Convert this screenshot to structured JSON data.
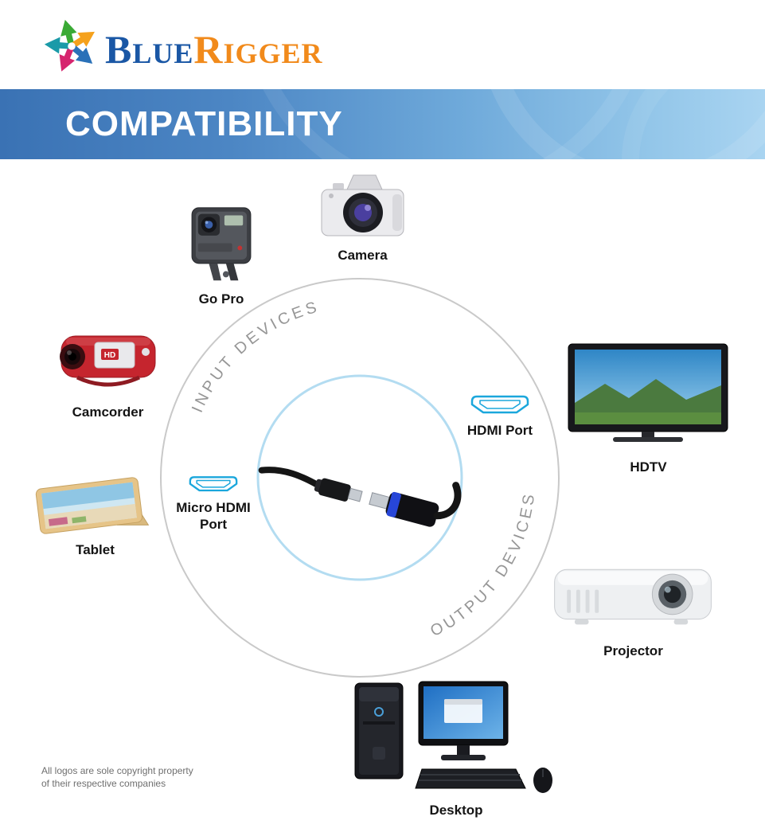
{
  "colors": {
    "brand_blue": "#1a57a5",
    "brand_orange": "#f18a1b",
    "banner_blue": "#4a86c8",
    "port_outline": "#1ba7dc",
    "arc_text_gray": "#969696",
    "cable_accent_blue": "#2746d8"
  },
  "brand": {
    "word1": "BLUE",
    "word2": "RIGGER"
  },
  "banner": {
    "title": "COMPATIBILITY"
  },
  "diagram": {
    "input_devices_label": "INPUT DEVICES",
    "output_devices_label": "OUTPUT DEVICES",
    "hdmi_port_label": "HDMI Port",
    "micro_hdmi_port_label": "Micro HDMI Port",
    "camcorder_badge": "HD",
    "devices": [
      {
        "name": "Camera",
        "role": "input"
      },
      {
        "name": "Go Pro",
        "role": "input"
      },
      {
        "name": "Camcorder",
        "role": "input"
      },
      {
        "name": "Tablet",
        "role": "input"
      },
      {
        "name": "HDTV",
        "role": "output"
      },
      {
        "name": "Projector",
        "role": "output"
      },
      {
        "name": "Desktop",
        "role": "output"
      }
    ]
  },
  "footer": {
    "line1": "All logos are sole copyright property",
    "line2": "of their respective companies"
  }
}
